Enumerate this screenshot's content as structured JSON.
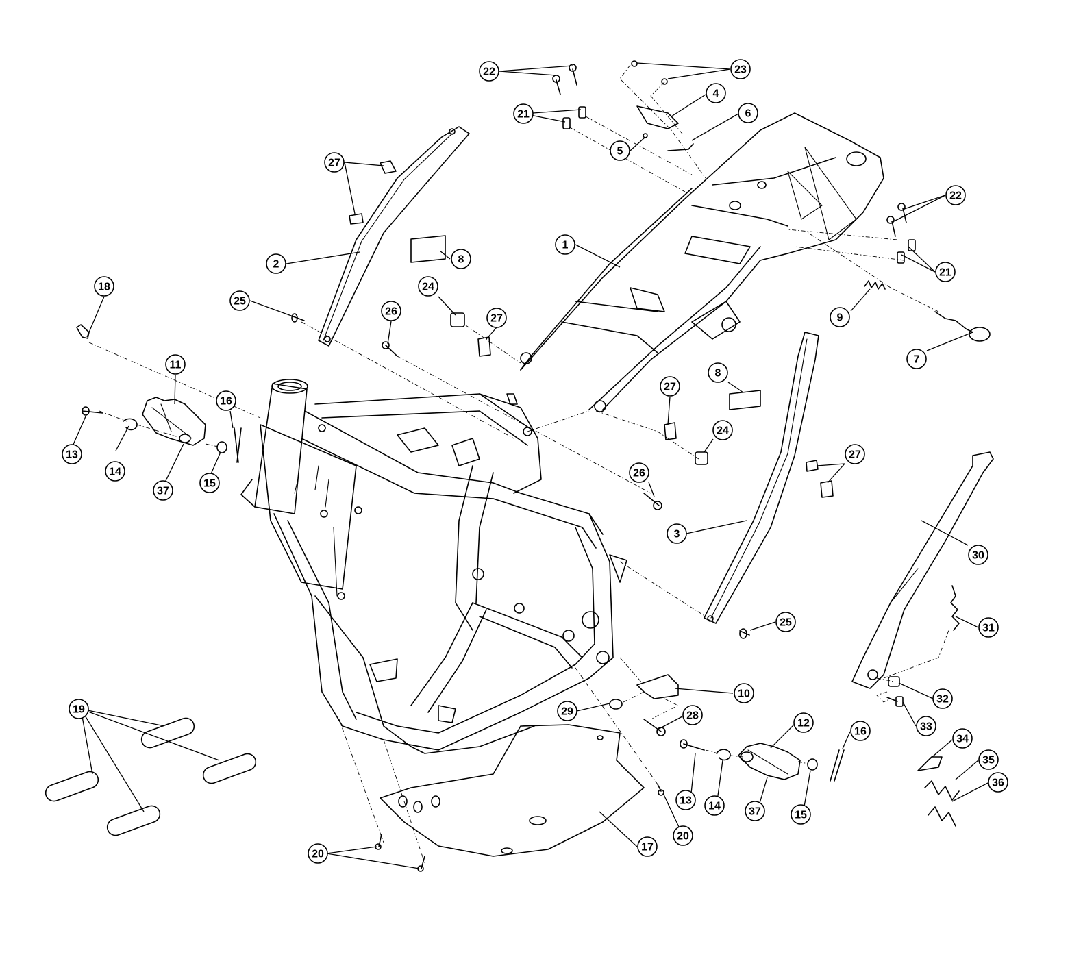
{
  "callouts": [
    {
      "label": "22"
    },
    {
      "label": "23"
    },
    {
      "label": "4"
    },
    {
      "label": "21"
    },
    {
      "label": "6"
    },
    {
      "label": "5"
    },
    {
      "label": "27"
    },
    {
      "label": "22"
    },
    {
      "label": "21"
    },
    {
      "label": "1"
    },
    {
      "label": "2"
    },
    {
      "label": "8"
    },
    {
      "label": "18"
    },
    {
      "label": "25"
    },
    {
      "label": "24"
    },
    {
      "label": "27"
    },
    {
      "label": "26"
    },
    {
      "label": "9"
    },
    {
      "label": "7"
    },
    {
      "label": "11"
    },
    {
      "label": "16"
    },
    {
      "label": "8"
    },
    {
      "label": "27"
    },
    {
      "label": "24"
    },
    {
      "label": "27"
    },
    {
      "label": "13"
    },
    {
      "label": "14"
    },
    {
      "label": "37"
    },
    {
      "label": "15"
    },
    {
      "label": "26"
    },
    {
      "label": "3"
    },
    {
      "label": "30"
    },
    {
      "label": "25"
    },
    {
      "label": "31"
    },
    {
      "label": "10"
    },
    {
      "label": "32"
    },
    {
      "label": "19"
    },
    {
      "label": "29"
    },
    {
      "label": "28"
    },
    {
      "label": "12"
    },
    {
      "label": "16"
    },
    {
      "label": "33"
    },
    {
      "label": "34"
    },
    {
      "label": "35"
    },
    {
      "label": "36"
    },
    {
      "label": "13"
    },
    {
      "label": "14"
    },
    {
      "label": "37"
    },
    {
      "label": "15"
    },
    {
      "label": "20"
    },
    {
      "label": "17"
    },
    {
      "label": "20"
    }
  ]
}
